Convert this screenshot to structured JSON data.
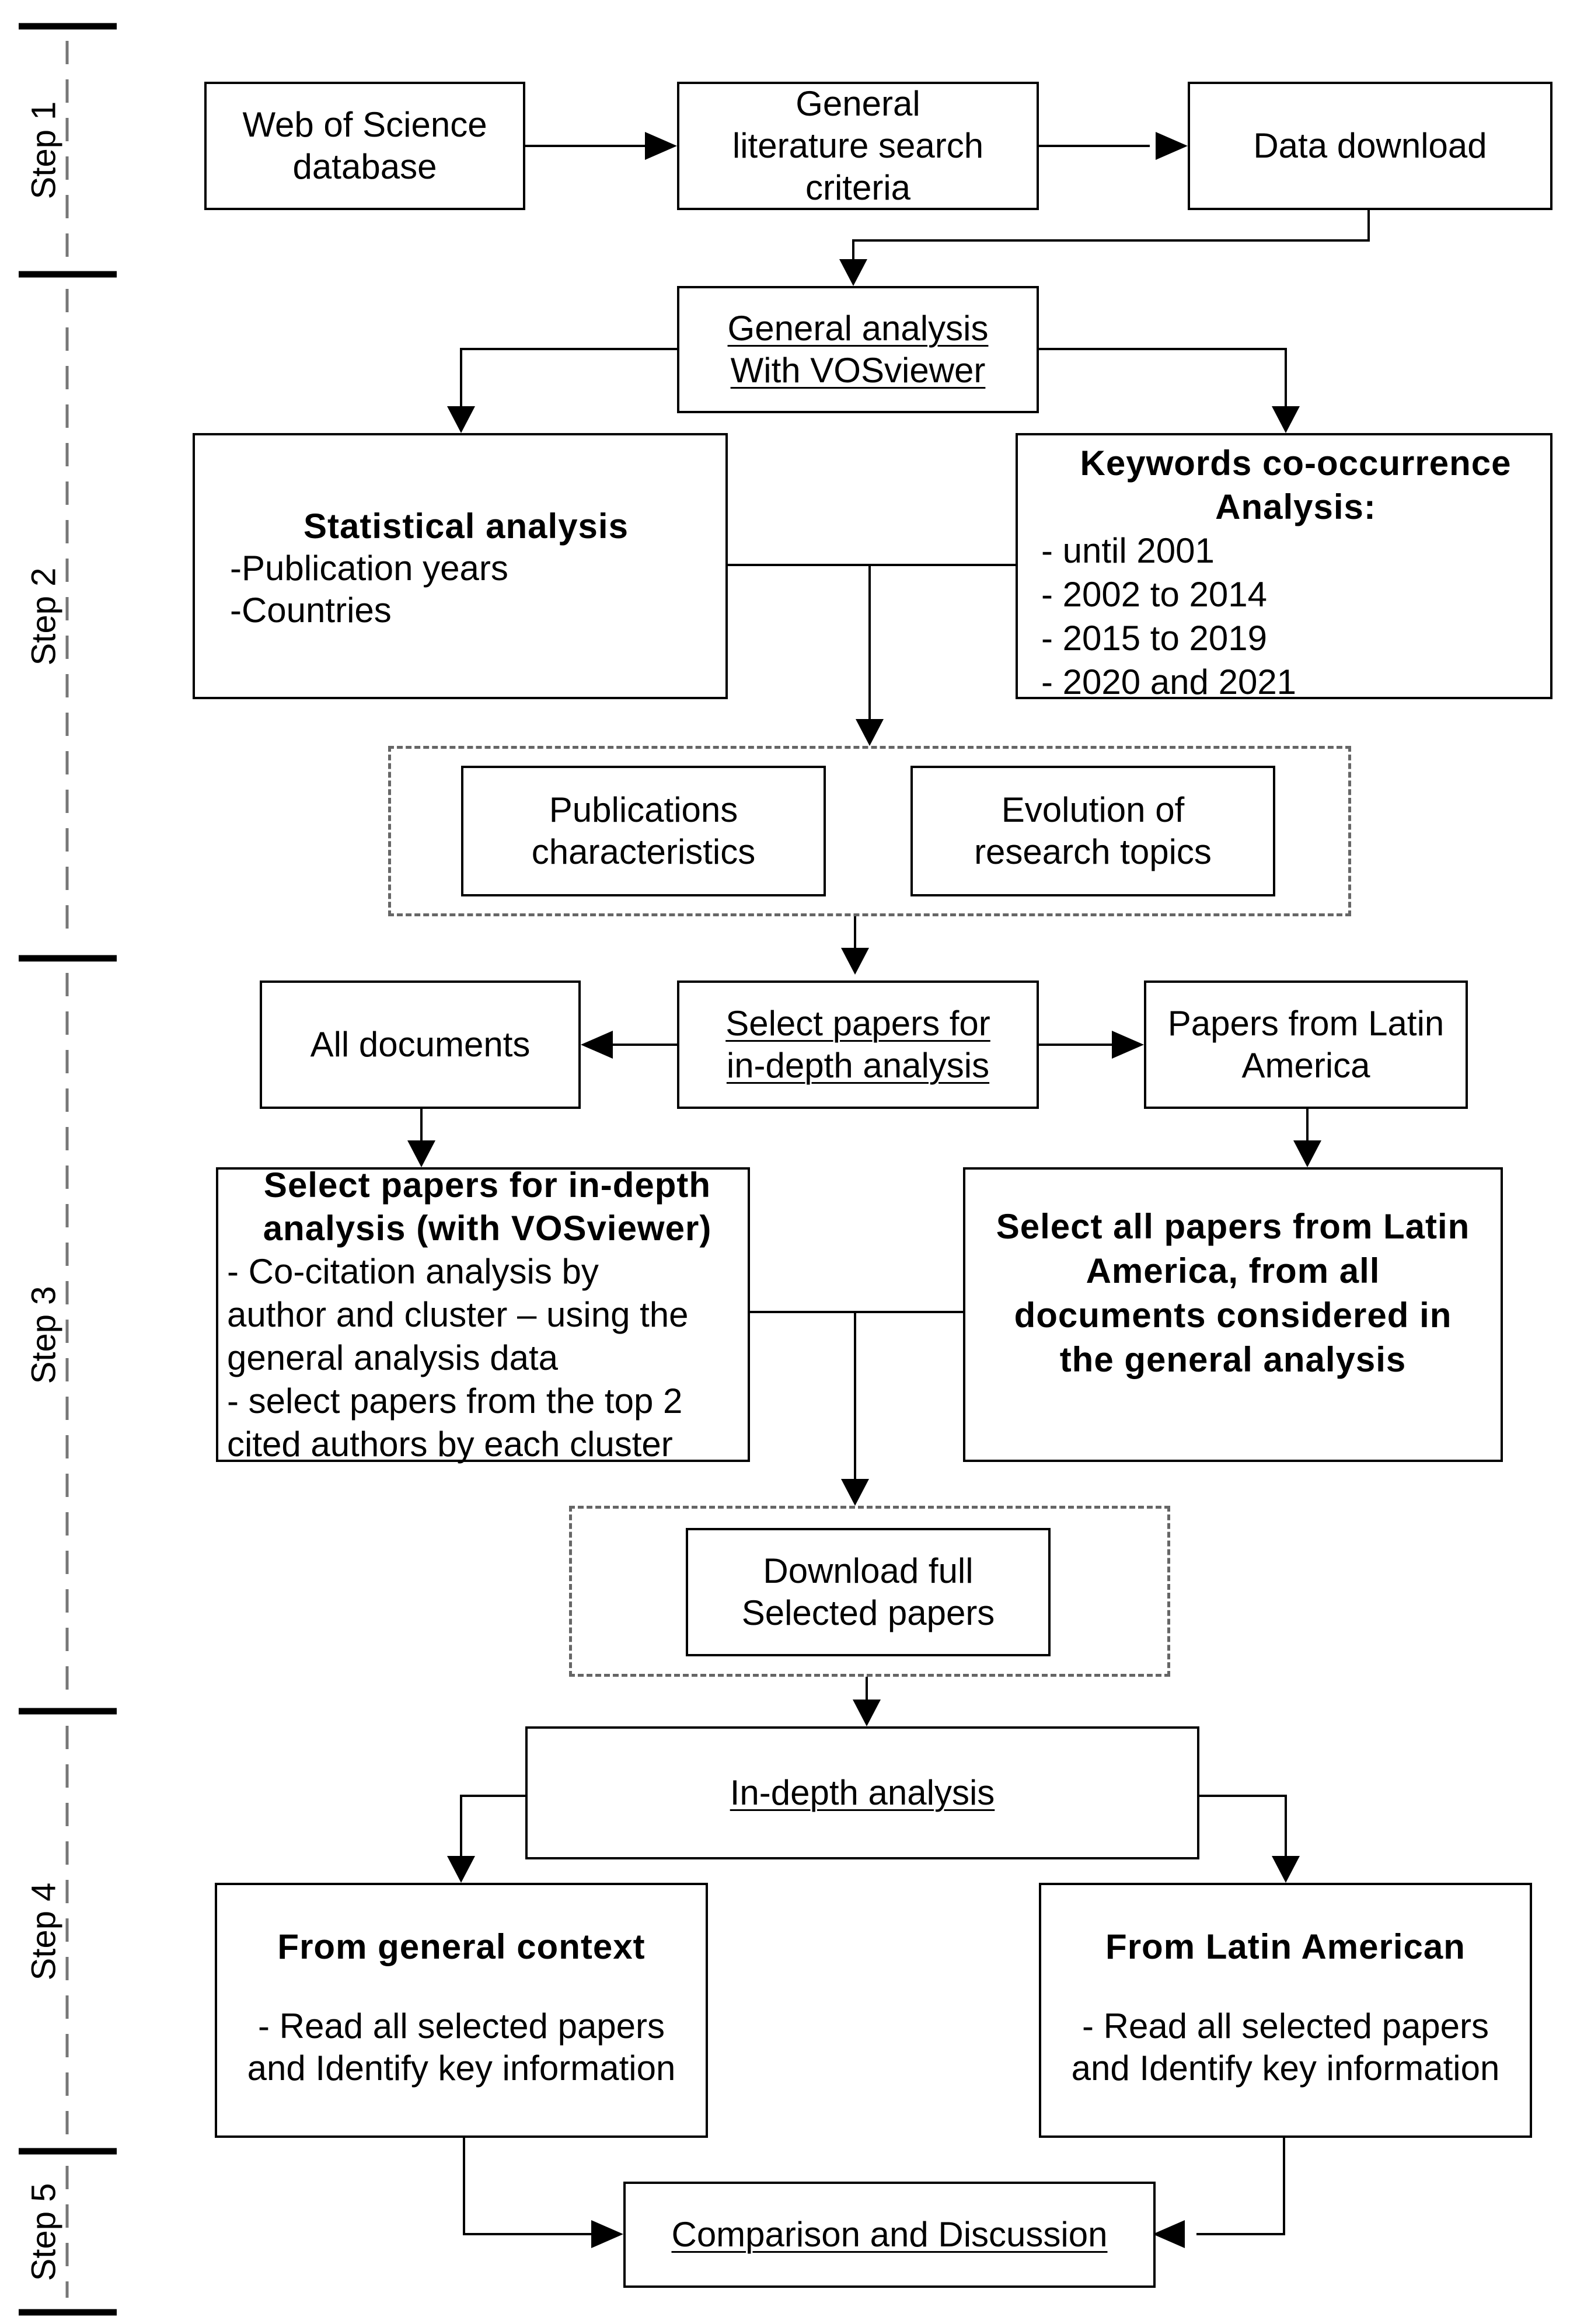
{
  "steps": [
    "Step 1",
    "Step 2",
    "Step 3",
    "Step 4",
    "Step 5"
  ],
  "step1": {
    "wos": [
      "Web of Science",
      "database"
    ],
    "criteria": [
      "General",
      "literature search",
      "criteria"
    ],
    "download": "Data download"
  },
  "step2": {
    "general": [
      "General analysis",
      "With VOSviewer"
    ],
    "statistical": {
      "title": "Statistical analysis",
      "items": [
        "-Publication years",
        "-Countries"
      ]
    },
    "keywords": {
      "title": [
        "Keywords co-occurrence",
        "Analysis:"
      ],
      "items": [
        "- until 2001",
        "- 2002 to 2014",
        "- 2015 to 2019",
        "- 2020 and 2021"
      ]
    },
    "publications": [
      "Publications",
      "characteristics"
    ],
    "evolution": [
      "Evolution of",
      "research topics"
    ]
  },
  "step3": {
    "all_docs": "All documents",
    "select": [
      "Select papers for",
      "in-depth analysis"
    ],
    "latam": [
      "Papers from Latin",
      "America"
    ],
    "select_vos": {
      "title": [
        "Select papers for in-depth",
        "analysis (with VOSviewer)"
      ],
      "items": [
        "- Co-citation analysis by",
        "author and cluster – using the",
        "general analysis data",
        "- select papers from the top 2",
        "cited authors by each cluster"
      ]
    },
    "select_latam": [
      "Select all papers from Latin",
      "America, from all",
      "documents considered in",
      "the general analysis"
    ],
    "download_full": [
      "Download full",
      "Selected papers"
    ]
  },
  "step4": {
    "indepth": "In-depth analysis",
    "general_ctx": {
      "title": "From general context",
      "items": [
        "- Read all selected papers",
        "and Identify key information"
      ]
    },
    "latam_ctx": {
      "title": "From Latin American",
      "items": [
        "- Read all selected papers",
        "and Identify key information"
      ]
    }
  },
  "step5": {
    "comparison": "Comparison and Discussion"
  }
}
